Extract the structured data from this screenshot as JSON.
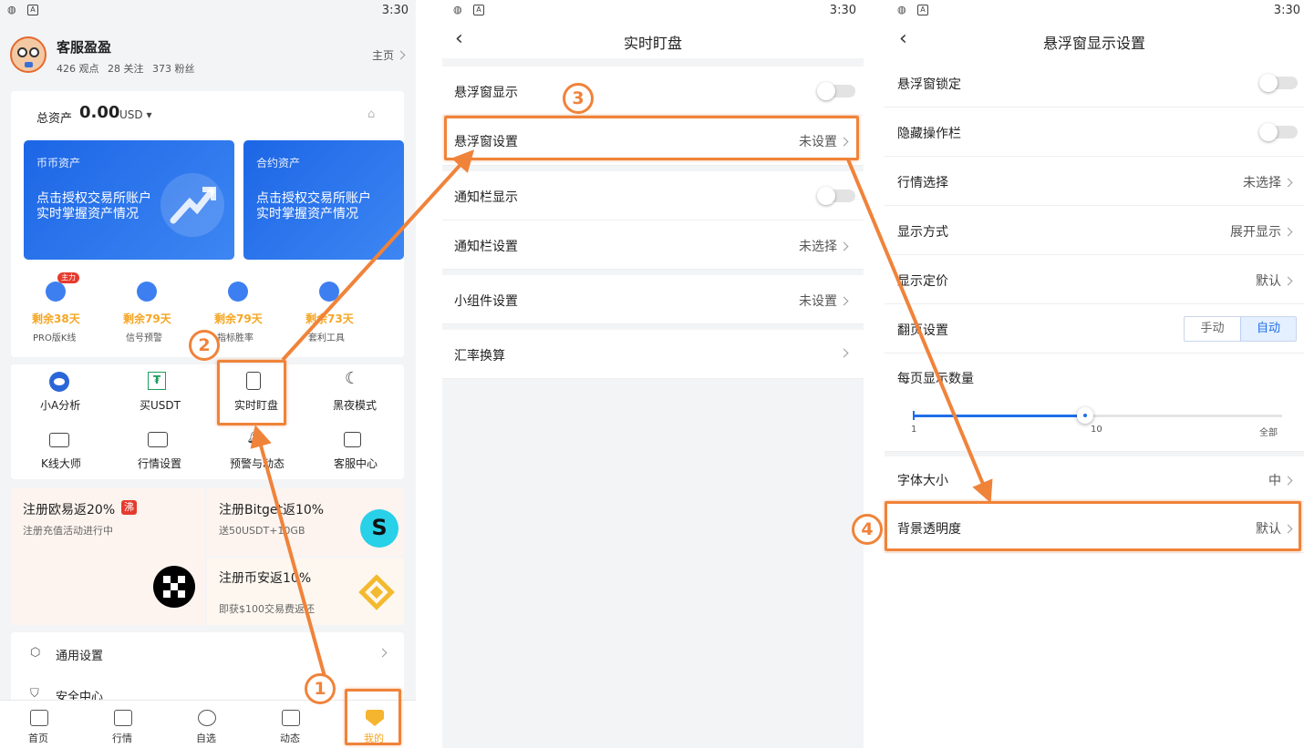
{
  "status": {
    "time": "3:30"
  },
  "left": {
    "profile": {
      "name": "客服盈盈",
      "views": "426 观点",
      "follow": "28 关注",
      "fans": "373 粉丝",
      "home": "主页"
    },
    "assets": {
      "label": "总资产",
      "amount": "0.00",
      "currency": "USD"
    },
    "cards": [
      {
        "title": "币币资产",
        "text": "点击授权交易所账户 实时掌握资产情况"
      },
      {
        "title": "合约资产",
        "text": "点击授权交易所账户 实时掌握资产情况"
      }
    ],
    "badge": "主力",
    "tools": [
      {
        "remain": "剩余38天",
        "name": "PRO版K线"
      },
      {
        "remain": "剩余79天",
        "name": "信号预警"
      },
      {
        "remain": "剩余79天",
        "name": "指标胜率"
      },
      {
        "remain": "剩余73天",
        "name": "套利工具"
      }
    ],
    "grid": [
      {
        "label": "小A分析",
        "icon": "eye-icon"
      },
      {
        "label": "买USDT",
        "icon": "tether-icon"
      },
      {
        "label": "实时盯盘",
        "icon": "file-icon"
      },
      {
        "label": "黑夜模式",
        "icon": "moon-icon"
      },
      {
        "label": "K线大师",
        "icon": "tv-icon"
      },
      {
        "label": "行情设置",
        "icon": "chart-icon"
      },
      {
        "label": "预警与动态",
        "icon": "bell-icon"
      },
      {
        "label": "客服中心",
        "icon": "support-icon"
      }
    ],
    "promos": {
      "okx_title": "注册欧易返20%",
      "okx_tag": "沸",
      "okx_sub": "注册充值活动进行中",
      "bitget_title": "注册Bitget返10%",
      "bitget_sub": "送50USDT+10GB",
      "binance_title": "注册币安返10%",
      "binance_sub": "即获$100交易费返还"
    },
    "menu": [
      {
        "label": "通用设置"
      },
      {
        "label": "安全中心"
      }
    ],
    "tabs": [
      "首页",
      "行情",
      "自选",
      "动态",
      "我的"
    ]
  },
  "middle": {
    "title": "实时盯盘",
    "rows": [
      {
        "label": "悬浮窗显示"
      },
      {
        "label": "悬浮窗设置",
        "value": "未设置"
      },
      {
        "label": "通知栏显示"
      },
      {
        "label": "通知栏设置",
        "value": "未选择"
      },
      {
        "label": "小组件设置",
        "value": "未设置"
      },
      {
        "label": "汇率换算"
      }
    ]
  },
  "right": {
    "title": "悬浮窗显示设置",
    "rows": [
      {
        "label": "悬浮窗锁定"
      },
      {
        "label": "隐藏操作栏"
      },
      {
        "label": "行情选择",
        "value": "未选择"
      },
      {
        "label": "显示方式",
        "value": "展开显示"
      },
      {
        "label": "显示定价",
        "value": "默认"
      },
      {
        "label": "翻页设置"
      },
      {
        "label": "每页显示数量"
      },
      {
        "label": "字体大小",
        "value": "中"
      },
      {
        "label": "背景透明度",
        "value": "默认"
      }
    ],
    "paging": {
      "manual": "手动",
      "auto": "自动"
    },
    "slider": {
      "min": "1",
      "mid": "10",
      "max": "全部",
      "value": 10
    }
  },
  "steps": [
    "1",
    "2",
    "3",
    "4"
  ],
  "colors": {
    "accent": "#f0833a",
    "blue": "#1f6fe8",
    "gold": "#f5a623"
  }
}
